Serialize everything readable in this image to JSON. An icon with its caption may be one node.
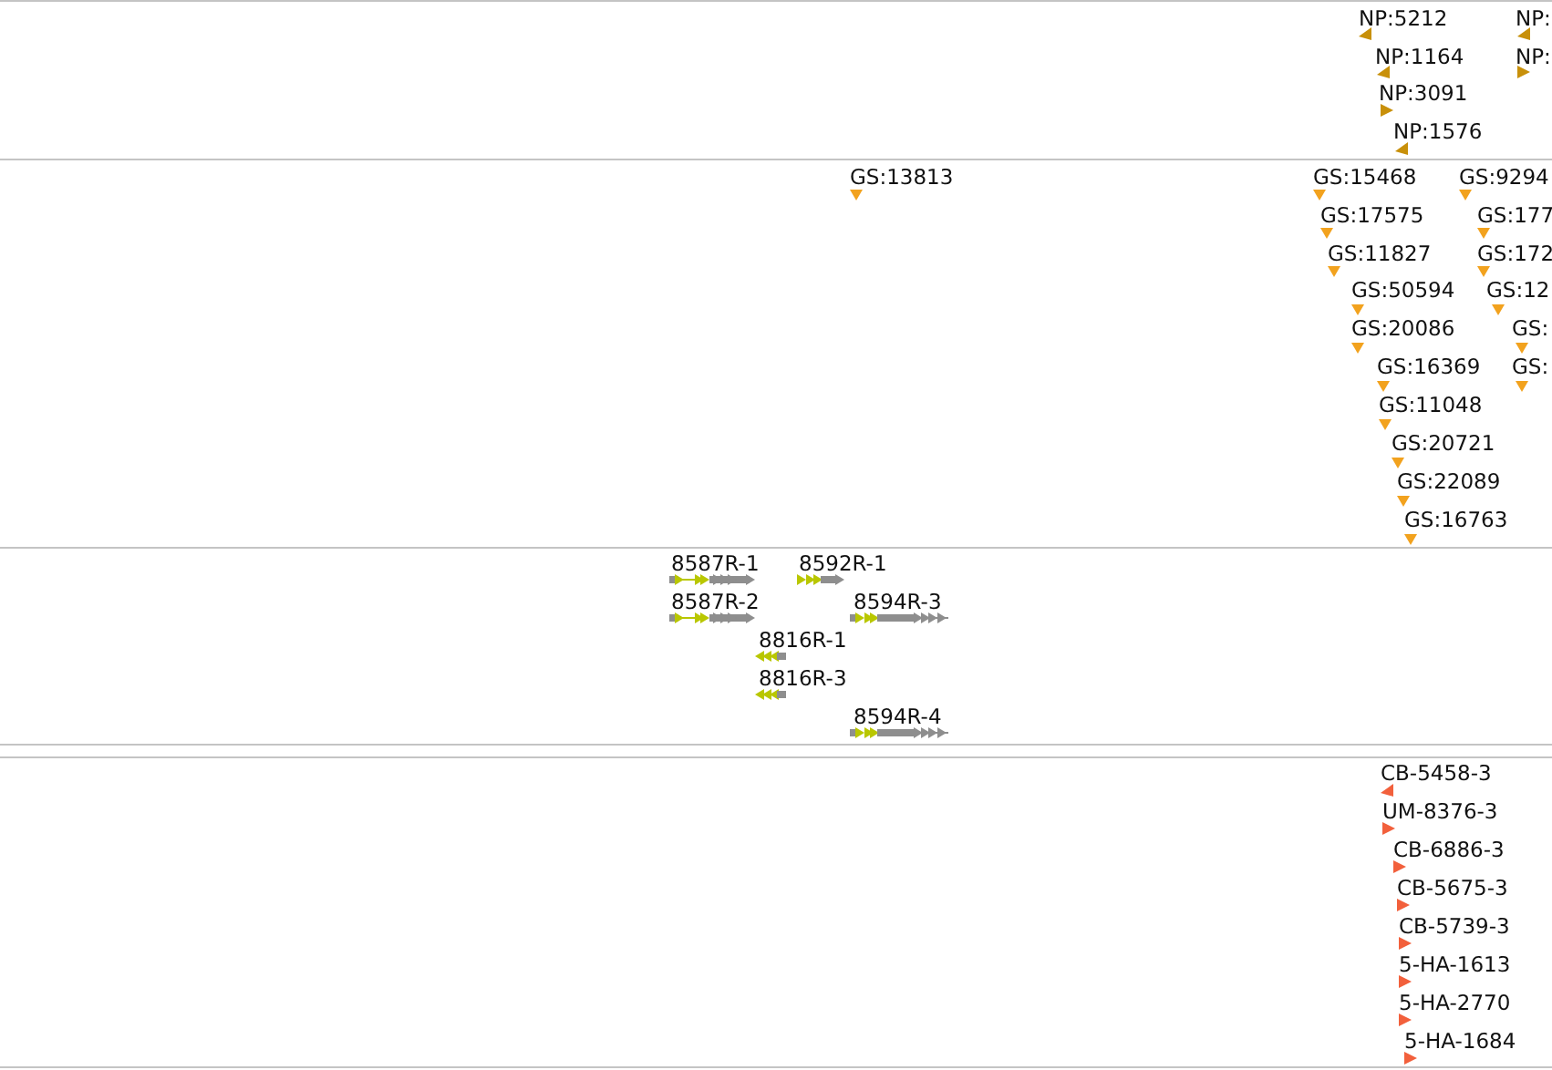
{
  "diagram": {
    "labels": [
      "NP:5212",
      "NP:",
      "NP:1164",
      "NP:",
      "NP:3091",
      "NP:1576",
      "GS:13813",
      "GS:15468",
      "GS:9294",
      "GS:17575",
      "GS:177",
      "GS:11827",
      "GS:172",
      "GS:50594",
      "GS:12",
      "GS:20086",
      "GS:",
      "GS:16369",
      "GS:",
      "GS:11048",
      "GS:20721",
      "GS:22089",
      "GS:16763",
      "8587R-1",
      "8592R-1",
      "8587R-2",
      "8594R-3",
      "8816R-1",
      "8816R-3",
      "8594R-4",
      "CB-5458-3",
      "UM-8376-3",
      "CB-6886-3",
      "CB-5675-3",
      "CB-5739-3",
      "5-HA-1613",
      "5-HA-2770",
      "5-HA-1684"
    ]
  }
}
